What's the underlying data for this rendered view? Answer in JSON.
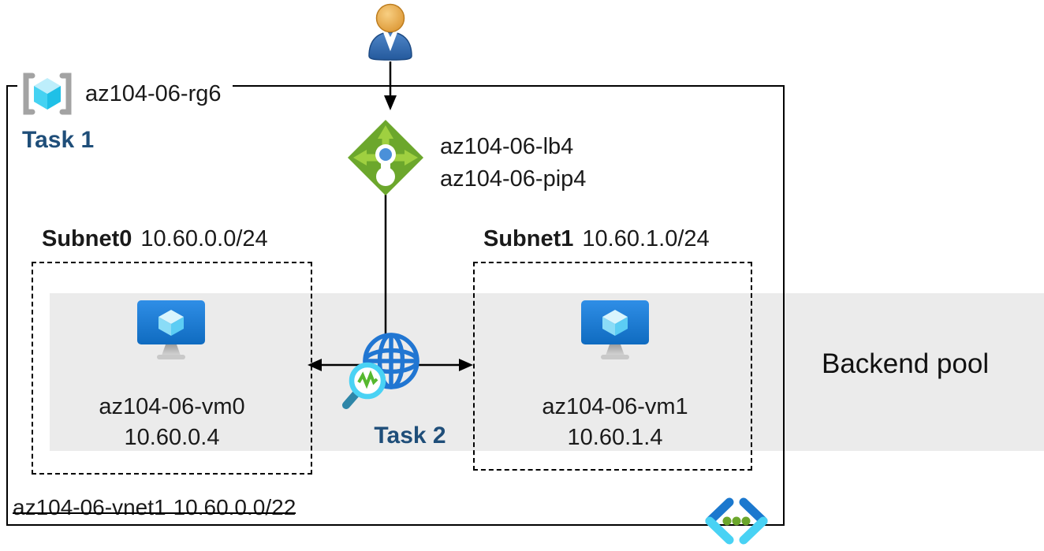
{
  "resource_group": {
    "label": "az104-06-rg6"
  },
  "tasks": {
    "task1": "Task 1",
    "task2": "Task 2"
  },
  "load_balancer": {
    "name": "az104-06-lb4",
    "public_ip": "az104-06-pip4"
  },
  "subnets": [
    {
      "name": "Subnet0",
      "cidr": "10.60.0.0/24",
      "vm": {
        "name": "az104-06-vm0",
        "ip": "10.60.0.4"
      }
    },
    {
      "name": "Subnet1",
      "cidr": "10.60.1.0/24",
      "vm": {
        "name": "az104-06-vm1",
        "ip": "10.60.1.4"
      }
    }
  ],
  "backend_pool": {
    "label": "Backend pool"
  },
  "vnet": {
    "name": "az104-06-vnet1",
    "cidr": "10.60.0.0/22"
  },
  "icons": {
    "user": "user-icon",
    "resource_group": "resource-group-icon",
    "load_balancer": "load-balancer-icon",
    "network_monitor": "globe-monitor-icon",
    "vm": "virtual-machine-icon",
    "code": "code-brackets-icon"
  },
  "colors": {
    "task_text": "#1F4E79",
    "backend_band": "#EBEBEB",
    "lb_green": "#6CA72C",
    "lb_arrow_green": "#9FD040",
    "azure_blue": "#2176D2",
    "cyan_accent": "#45D2F2",
    "line_black": "#000000"
  }
}
